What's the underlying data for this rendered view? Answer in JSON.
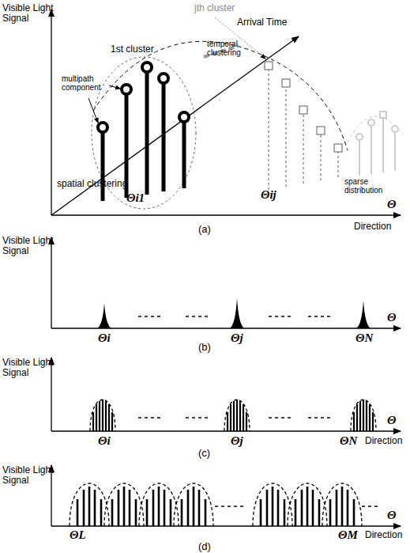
{
  "diagram": {
    "labels": [
      "Visible Light Signal",
      "jth cluster",
      "Arrival Time",
      "1st cluster",
      "temporal clustering",
      "multipath component",
      "spatial clustering",
      "Θi1",
      "Θij",
      "sparse distribution",
      "Θ",
      "Direction",
      "(a)",
      "Visible Light Signal",
      "Θi",
      "Θj",
      "ΘN",
      "Θ",
      "(b)",
      "Visible Light Signal",
      "Θi",
      "Θj",
      "ΘN",
      "Θ",
      "Direction",
      "(c)",
      "Visible Light Signal",
      "ΘL",
      "ΘM",
      "Θ",
      "Direction",
      "(d)"
    ]
  }
}
